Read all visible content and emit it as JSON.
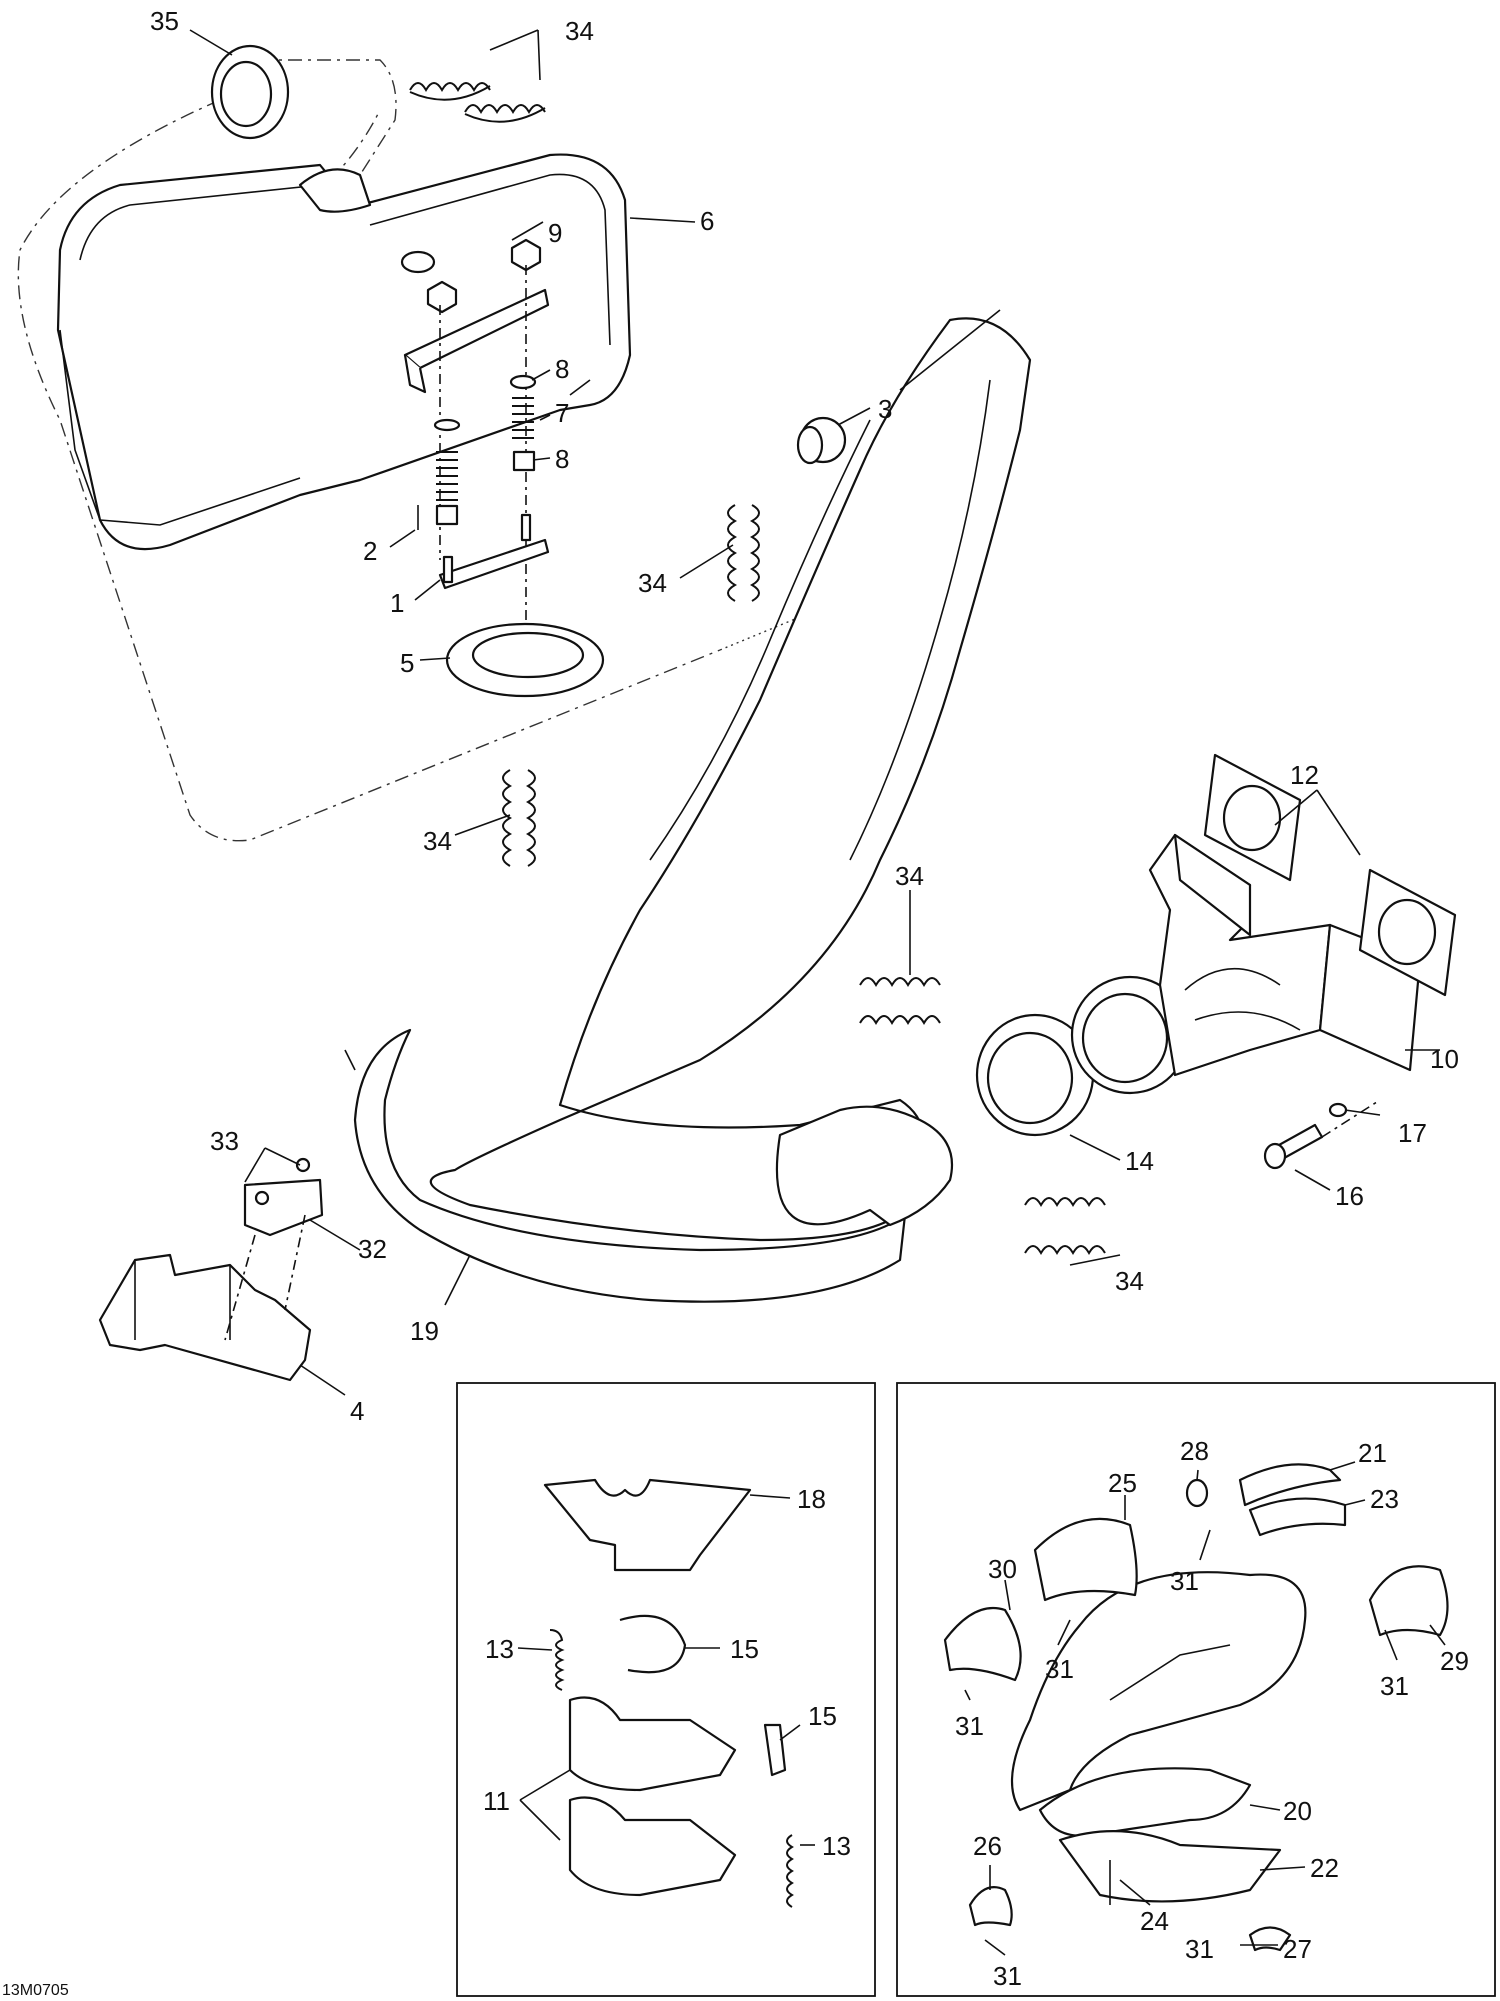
{
  "drawing_ref": "13M0705",
  "callouts": {
    "c35": "35",
    "c34a": "34",
    "c34b": "34",
    "c34c": "34",
    "c34d": "34",
    "c34e": "34",
    "c6": "6",
    "c9": "9",
    "c8a": "8",
    "c7": "7",
    "c8b": "8",
    "c3": "3",
    "c2": "2",
    "c1": "1",
    "c5": "5",
    "c12": "12",
    "c10": "10",
    "c17": "17",
    "c16": "16",
    "c14": "14",
    "c33": "33",
    "c32": "32",
    "c4": "4",
    "c19": "19",
    "c18": "18",
    "c13a": "13",
    "c15a": "15",
    "c15b": "15",
    "c11": "11",
    "c13b": "13",
    "c28": "28",
    "c21": "21",
    "c23": "23",
    "c25": "25",
    "c31a": "31",
    "c30": "30",
    "c31b": "31",
    "c29": "29",
    "c31c": "31",
    "c31d": "31",
    "c20": "20",
    "c26": "26",
    "c22": "22",
    "c24": "24",
    "c31e": "31",
    "c27": "27",
    "c31f": "31"
  }
}
